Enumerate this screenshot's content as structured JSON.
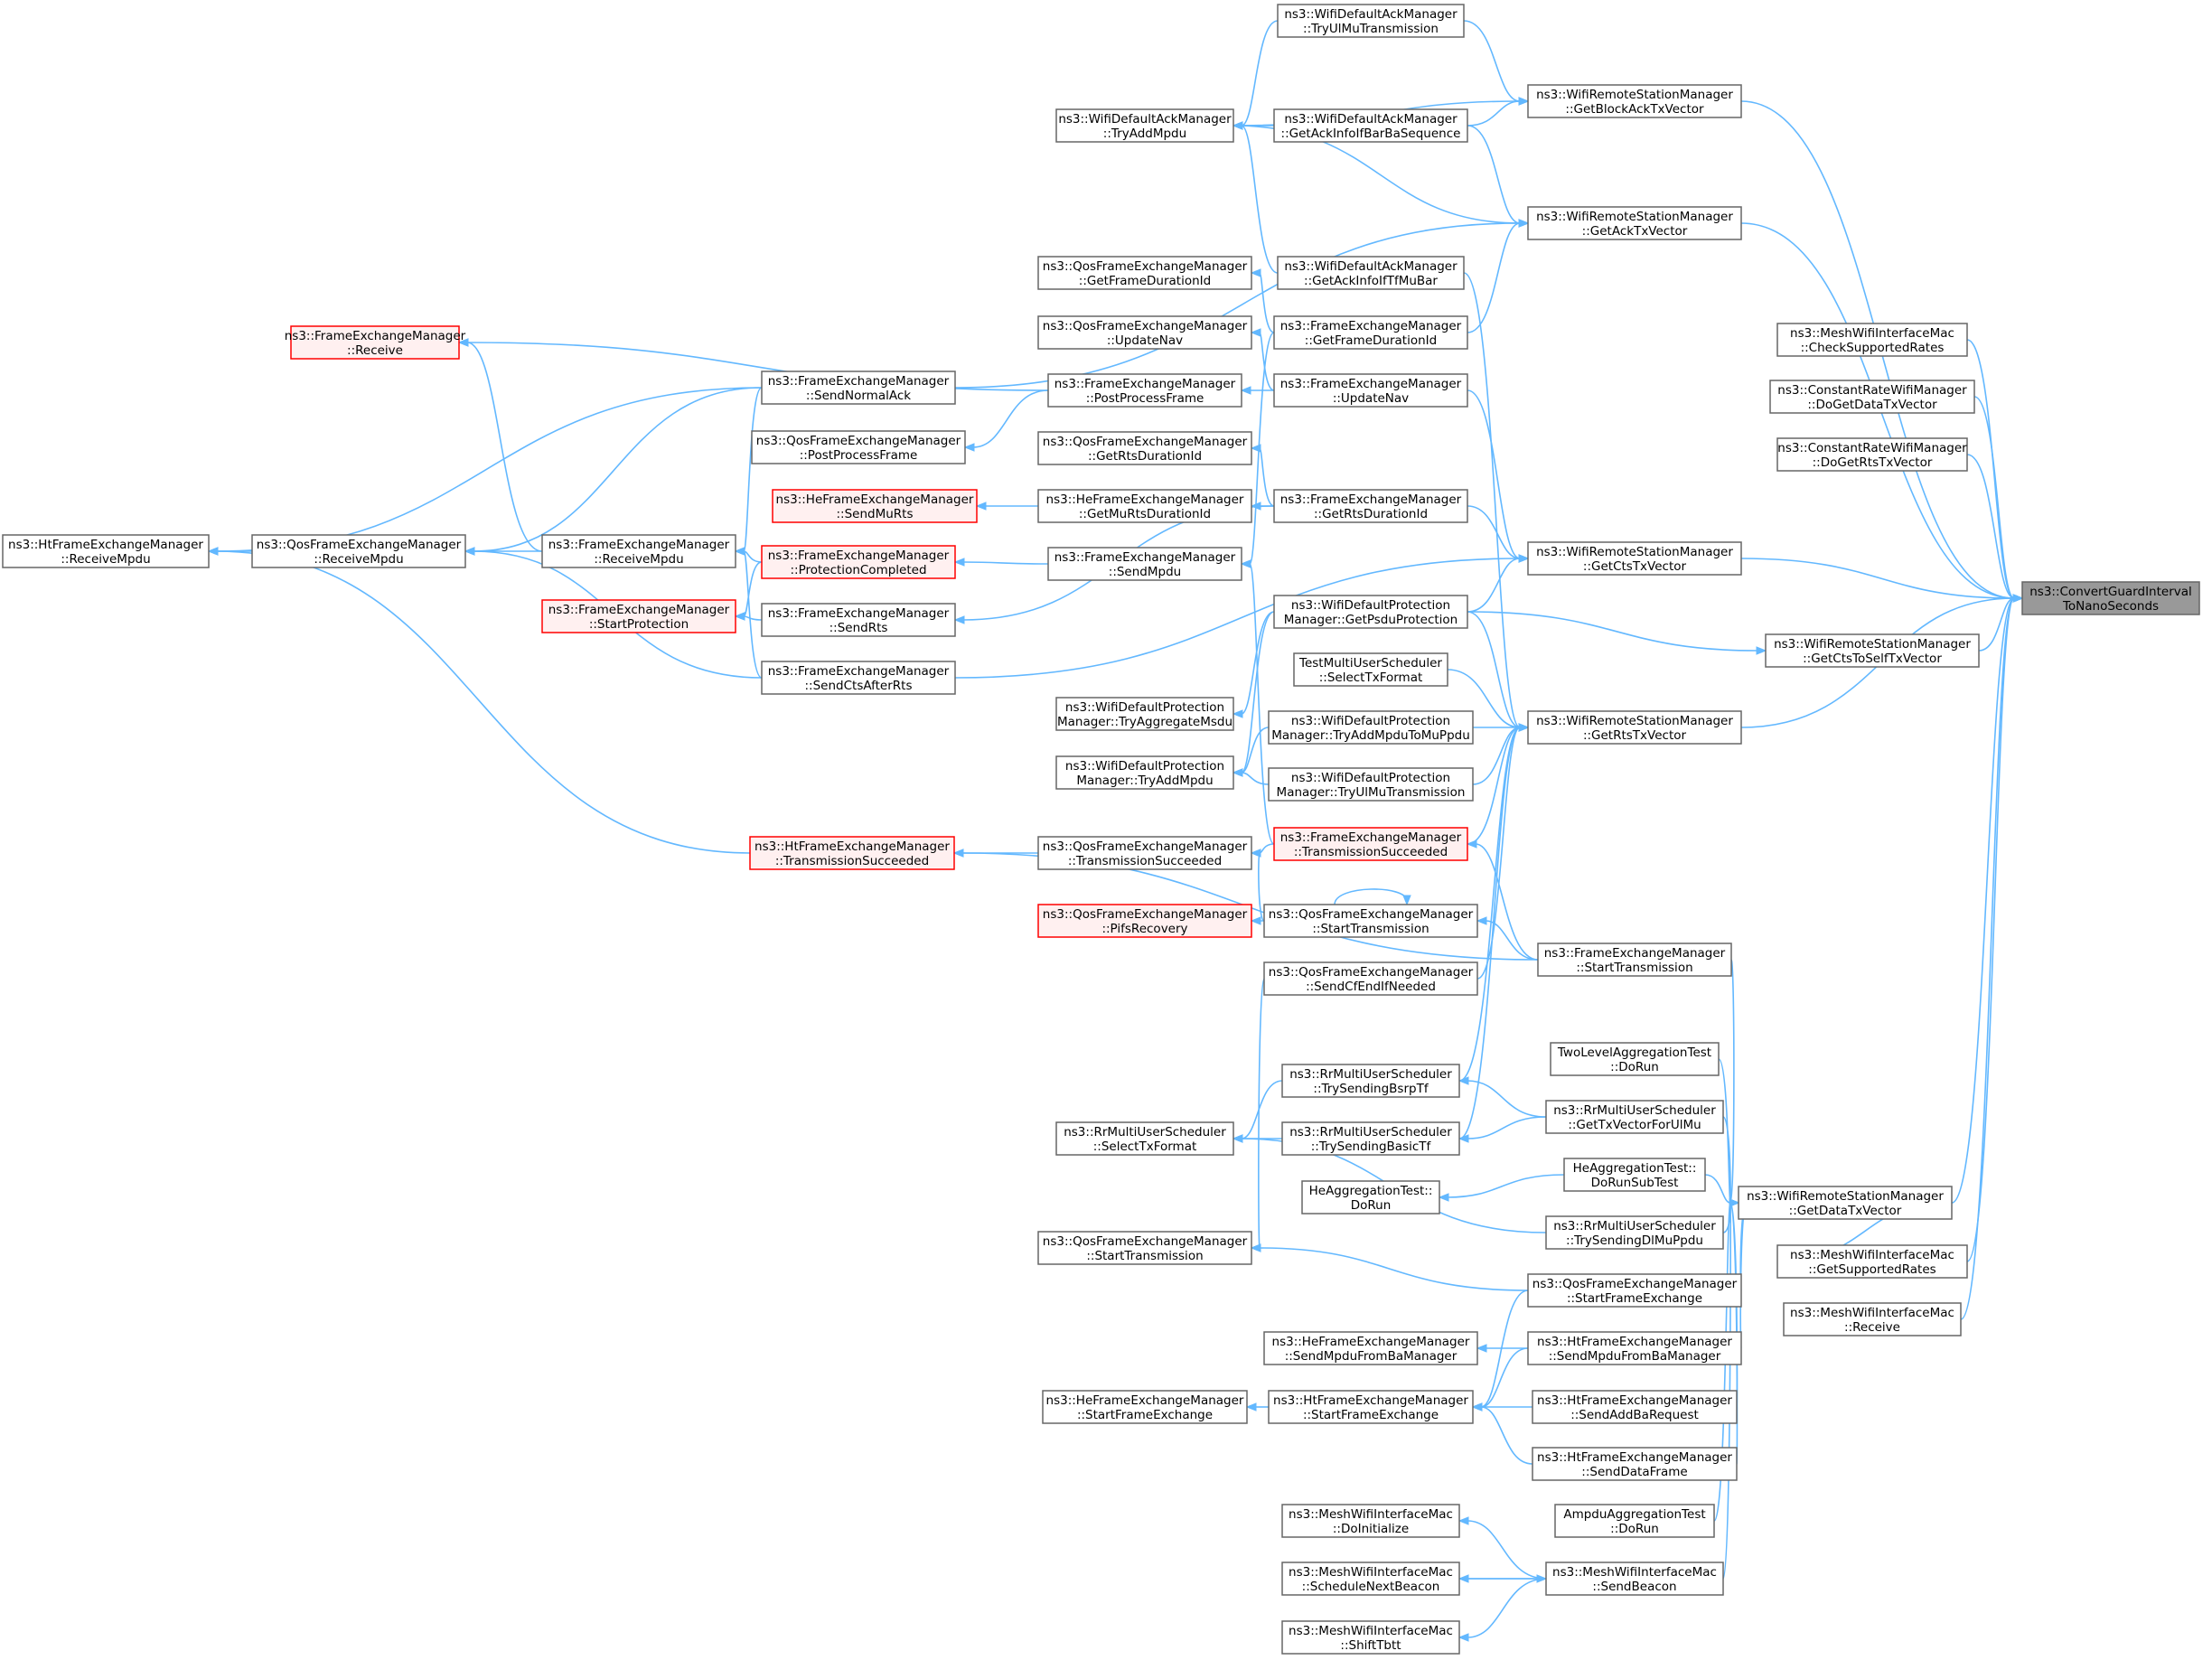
{
  "root": "n_root",
  "nodes": [
    {
      "id": "n_root",
      "lines": [
        "ns3::ConvertGuardInterval",
        "ToNanoSeconds"
      ],
      "style": "root"
    },
    {
      "id": "n_mcsr",
      "lines": [
        "ns3::MeshWifiInterfaceMac",
        "::CheckSupportedRates"
      ],
      "style": "normal"
    },
    {
      "id": "n_crdd",
      "lines": [
        "ns3::ConstantRateWifiManager",
        "::DoGetDataTxVector"
      ],
      "style": "normal"
    },
    {
      "id": "n_crdr",
      "lines": [
        "ns3::ConstantRateWifiManager",
        "::DoGetRtsTxVector"
      ],
      "style": "normal"
    },
    {
      "id": "n_wctsself",
      "lines": [
        "ns3::WifiRemoteStationManager",
        "::GetCtsToSelfTxVector"
      ],
      "style": "normal"
    },
    {
      "id": "n_mgsr",
      "lines": [
        "ns3::MeshWifiInterfaceMac",
        "::GetSupportedRates"
      ],
      "style": "normal"
    },
    {
      "id": "n_mrecv",
      "lines": [
        "ns3::MeshWifiInterfaceMac",
        "::Receive"
      ],
      "style": "normal"
    },
    {
      "id": "n_wback",
      "lines": [
        "ns3::WifiRemoteStationManager",
        "::GetBlockAckTxVector"
      ],
      "style": "normal"
    },
    {
      "id": "n_wack",
      "lines": [
        "ns3::WifiRemoteStationManager",
        "::GetAckTxVector"
      ],
      "style": "normal"
    },
    {
      "id": "n_wcts",
      "lines": [
        "ns3::WifiRemoteStationManager",
        "::GetCtsTxVector"
      ],
      "style": "normal"
    },
    {
      "id": "n_wrts",
      "lines": [
        "ns3::WifiRemoteStationManager",
        "::GetRtsTxVector"
      ],
      "style": "normal"
    },
    {
      "id": "n_wdata",
      "lines": [
        "ns3::WifiRemoteStationManager",
        "::GetDataTxVector"
      ],
      "style": "normal"
    },
    {
      "id": "n_dtryul",
      "lines": [
        "ns3::WifiDefaultAckManager",
        "::TryUlMuTransmission"
      ],
      "style": "normal"
    },
    {
      "id": "n_dgetack",
      "lines": [
        "ns3::WifiDefaultAckManager",
        "::GetAckInfoIfBarBaSequence"
      ],
      "style": "normal"
    },
    {
      "id": "n_dgettf",
      "lines": [
        "ns3::WifiDefaultAckManager",
        "::GetAckInfoIfTfMuBar"
      ],
      "style": "normal"
    },
    {
      "id": "n_dtryadd",
      "lines": [
        "ns3::WifiDefaultAckManager",
        "::TryAddMpdu"
      ],
      "style": "normal"
    },
    {
      "id": "n_qgetfd",
      "lines": [
        "ns3::QosFrameExchangeManager",
        "::GetFrameDurationId"
      ],
      "style": "normal"
    },
    {
      "id": "n_fgetfd",
      "lines": [
        "ns3::FrameExchangeManager",
        "::GetFrameDurationId"
      ],
      "style": "normal"
    },
    {
      "id": "n_qupdnav",
      "lines": [
        "ns3::QosFrameExchangeManager",
        "::UpdateNav"
      ],
      "style": "normal"
    },
    {
      "id": "n_fupdnav",
      "lines": [
        "ns3::FrameExchangeManager",
        "::UpdateNav"
      ],
      "style": "normal"
    },
    {
      "id": "n_fpost",
      "lines": [
        "ns3::FrameExchangeManager",
        "::PostProcessFrame"
      ],
      "style": "normal"
    },
    {
      "id": "n_qgetrts",
      "lines": [
        "ns3::QosFrameExchangeManager",
        "::GetRtsDurationId"
      ],
      "style": "normal"
    },
    {
      "id": "n_fgetrts",
      "lines": [
        "ns3::FrameExchangeManager",
        "::GetRtsDurationId"
      ],
      "style": "normal"
    },
    {
      "id": "n_hgetmu",
      "lines": [
        "ns3::HeFrameExchangeManager",
        "::GetMuRtsDurationId"
      ],
      "style": "normal"
    },
    {
      "id": "n_hsendmu",
      "lines": [
        "ns3::HeFrameExchangeManager",
        "::SendMuRts"
      ],
      "style": "red"
    },
    {
      "id": "n_fsendmpdu",
      "lines": [
        "ns3::FrameExchangeManager",
        "::SendMpdu"
      ],
      "style": "normal"
    },
    {
      "id": "n_fsnack",
      "lines": [
        "ns3::FrameExchangeManager",
        "::SendNormalAck"
      ],
      "style": "normal"
    },
    {
      "id": "n_qpost",
      "lines": [
        "ns3::QosFrameExchangeManager",
        "::PostProcessFrame"
      ],
      "style": "normal"
    },
    {
      "id": "n_frecv",
      "lines": [
        "ns3::FrameExchangeManager",
        "::Receive"
      ],
      "style": "red"
    },
    {
      "id": "n_fprot",
      "lines": [
        "ns3::FrameExchangeManager",
        "::ProtectionCompleted"
      ],
      "style": "red"
    },
    {
      "id": "n_fstartprot",
      "lines": [
        "ns3::FrameExchangeManager",
        "::StartProtection"
      ],
      "style": "red"
    },
    {
      "id": "n_fsendrts",
      "lines": [
        "ns3::FrameExchangeManager",
        "::SendRts"
      ],
      "style": "normal"
    },
    {
      "id": "n_fsendcts",
      "lines": [
        "ns3::FrameExchangeManager",
        "::SendCtsAfterRts"
      ],
      "style": "normal"
    },
    {
      "id": "n_frecvmpdu",
      "lines": [
        "ns3::FrameExchangeManager",
        "::ReceiveMpdu"
      ],
      "style": "normal"
    },
    {
      "id": "n_qrecvmpdu",
      "lines": [
        "ns3::QosFrameExchangeManager",
        "::ReceiveMpdu"
      ],
      "style": "normal"
    },
    {
      "id": "n_htrecvmpdu",
      "lines": [
        "ns3::HtFrameExchangeManager",
        "::ReceiveMpdu"
      ],
      "style": "normal"
    },
    {
      "id": "n_pgetpsdu",
      "lines": [
        "ns3::WifiDefaultProtection",
        "Manager::GetPsduProtection"
      ],
      "style": "normal"
    },
    {
      "id": "n_tselect",
      "lines": [
        "TestMultiUserScheduler",
        "::SelectTxFormat"
      ],
      "style": "normal"
    },
    {
      "id": "n_ptryaddmu",
      "lines": [
        "ns3::WifiDefaultProtection",
        "Manager::TryAddMpduToMuPpdu"
      ],
      "style": "normal"
    },
    {
      "id": "n_ptryul",
      "lines": [
        "ns3::WifiDefaultProtection",
        "Manager::TryUlMuTransmission"
      ],
      "style": "normal"
    },
    {
      "id": "n_ptryagg",
      "lines": [
        "ns3::WifiDefaultProtection",
        "Manager::TryAggregateMsdu"
      ],
      "style": "normal"
    },
    {
      "id": "n_ptryadd",
      "lines": [
        "ns3::WifiDefaultProtection",
        "Manager::TryAddMpdu"
      ],
      "style": "normal"
    },
    {
      "id": "n_ftxs",
      "lines": [
        "ns3::FrameExchangeManager",
        "::TransmissionSucceeded"
      ],
      "style": "red"
    },
    {
      "id": "n_qtxs",
      "lines": [
        "ns3::QosFrameExchangeManager",
        "::TransmissionSucceeded"
      ],
      "style": "normal"
    },
    {
      "id": "n_httxs",
      "lines": [
        "ns3::HtFrameExchangeManager",
        "::TransmissionSucceeded"
      ],
      "style": "red"
    },
    {
      "id": "n_qstarttx",
      "lines": [
        "ns3::QosFrameExchangeManager",
        "::StartTransmission"
      ],
      "style": "normal"
    },
    {
      "id": "n_qpifs",
      "lines": [
        "ns3::QosFrameExchangeManager",
        "::PifsRecovery"
      ],
      "style": "red"
    },
    {
      "id": "n_fstarttx",
      "lines": [
        "ns3::FrameExchangeManager",
        "::StartTransmission"
      ],
      "style": "normal"
    },
    {
      "id": "n_qsendcf",
      "lines": [
        "ns3::QosFrameExchangeManager",
        "::SendCfEndIfNeeded"
      ],
      "style": "normal"
    },
    {
      "id": "n_twolevel",
      "lines": [
        "TwoLevelAggregationTest",
        "::DoRun"
      ],
      "style": "normal"
    },
    {
      "id": "n_rrbsrp",
      "lines": [
        "ns3::RrMultiUserScheduler",
        "::TrySendingBsrpTf"
      ],
      "style": "normal"
    },
    {
      "id": "n_rrgettx",
      "lines": [
        "ns3::RrMultiUserScheduler",
        "::GetTxVectorForUlMu"
      ],
      "style": "normal"
    },
    {
      "id": "n_rrbasic",
      "lines": [
        "ns3::RrMultiUserScheduler",
        "::TrySendingBasicTf"
      ],
      "style": "normal"
    },
    {
      "id": "n_rrselect",
      "lines": [
        "ns3::RrMultiUserScheduler",
        "::SelectTxFormat"
      ],
      "style": "normal"
    },
    {
      "id": "n_hesub",
      "lines": [
        "HeAggregationTest::",
        "DoRunSubTest"
      ],
      "style": "normal"
    },
    {
      "id": "n_herun",
      "lines": [
        "HeAggregationTest::",
        "DoRun"
      ],
      "style": "normal"
    },
    {
      "id": "n_rrdl",
      "lines": [
        "ns3::RrMultiUserScheduler",
        "::TrySendingDlMuPpdu"
      ],
      "style": "normal"
    },
    {
      "id": "n_qstarttx2",
      "lines": [
        "ns3::QosFrameExchangeManager",
        "::StartTransmission"
      ],
      "style": "normal"
    },
    {
      "id": "n_qstartfe",
      "lines": [
        "ns3::QosFrameExchangeManager",
        "::StartFrameExchange"
      ],
      "style": "normal"
    },
    {
      "id": "n_hesendba",
      "lines": [
        "ns3::HeFrameExchangeManager",
        "::SendMpduFromBaManager"
      ],
      "style": "normal"
    },
    {
      "id": "n_htsendba",
      "lines": [
        "ns3::HtFrameExchangeManager",
        "::SendMpduFromBaManager"
      ],
      "style": "normal"
    },
    {
      "id": "n_hestartfe",
      "lines": [
        "ns3::HeFrameExchangeManager",
        "::StartFrameExchange"
      ],
      "style": "normal"
    },
    {
      "id": "n_htstartfe",
      "lines": [
        "ns3::HtFrameExchangeManager",
        "::StartFrameExchange"
      ],
      "style": "normal"
    },
    {
      "id": "n_htaddba",
      "lines": [
        "ns3::HtFrameExchangeManager",
        "::SendAddBaRequest"
      ],
      "style": "normal"
    },
    {
      "id": "n_htdata",
      "lines": [
        "ns3::HtFrameExchangeManager",
        "::SendDataFrame"
      ],
      "style": "normal"
    },
    {
      "id": "n_ampdu",
      "lines": [
        "AmpduAggregationTest",
        "::DoRun"
      ],
      "style": "normal"
    },
    {
      "id": "n_mdoinit",
      "lines": [
        "ns3::MeshWifiInterfaceMac",
        "::DoInitialize"
      ],
      "style": "normal"
    },
    {
      "id": "n_msched",
      "lines": [
        "ns3::MeshWifiInterfaceMac",
        "::ScheduleNextBeacon"
      ],
      "style": "normal"
    },
    {
      "id": "n_msendbeacon",
      "lines": [
        "ns3::MeshWifiInterfaceMac",
        "::SendBeacon"
      ],
      "style": "normal"
    },
    {
      "id": "n_mshift",
      "lines": [
        "ns3::MeshWifiInterfaceMac",
        "::ShiftTbtt"
      ],
      "style": "normal"
    }
  ],
  "edges": [
    [
      "n_mcsr",
      "n_root"
    ],
    [
      "n_crdd",
      "n_root"
    ],
    [
      "n_crdr",
      "n_root"
    ],
    [
      "n_wctsself",
      "n_root"
    ],
    [
      "n_mgsr",
      "n_root"
    ],
    [
      "n_mrecv",
      "n_root"
    ],
    [
      "n_wback",
      "n_root"
    ],
    [
      "n_wack",
      "n_root"
    ],
    [
      "n_wcts",
      "n_root"
    ],
    [
      "n_wrts",
      "n_root"
    ],
    [
      "n_wdata",
      "n_root"
    ],
    [
      "n_dtryul",
      "n_wback"
    ],
    [
      "n_dgetack",
      "n_wback"
    ],
    [
      "n_dtryadd",
      "n_wback"
    ],
    [
      "n_dtryul",
      "n_dtryadd"
    ],
    [
      "n_dgetack",
      "n_dtryadd"
    ],
    [
      "n_dgettf",
      "n_dtryadd"
    ],
    [
      "n_dtryadd",
      "n_wack"
    ],
    [
      "n_dgetack",
      "n_wack"
    ],
    [
      "n_fsnack",
      "n_wack"
    ],
    [
      "n_fgetfd",
      "n_wack"
    ],
    [
      "n_dgettf",
      "n_wrts"
    ],
    [
      "n_fgetfd",
      "n_qgetfd"
    ],
    [
      "n_fgetfd",
      "n_fsendmpdu"
    ],
    [
      "n_fupdnav",
      "n_qupdnav"
    ],
    [
      "n_fupdnav",
      "n_fpost"
    ],
    [
      "n_fupdnav",
      "n_wcts"
    ],
    [
      "n_fpost",
      "n_frecv"
    ],
    [
      "n_fpost",
      "n_qpost"
    ],
    [
      "n_fgetrts",
      "n_qgetrts"
    ],
    [
      "n_fgetrts",
      "n_hgetmu"
    ],
    [
      "n_fgetrts",
      "n_fsendrts"
    ],
    [
      "n_fgetrts",
      "n_wcts"
    ],
    [
      "n_hgetmu",
      "n_hsendmu"
    ],
    [
      "n_pgetpsdu",
      "n_wcts"
    ],
    [
      "n_pgetpsdu",
      "n_wctsself"
    ],
    [
      "n_pgetpsdu",
      "n_wrts"
    ],
    [
      "n_pgetpsdu",
      "n_ptryagg"
    ],
    [
      "n_pgetpsdu",
      "n_ptryadd"
    ],
    [
      "n_fsendcts",
      "n_wcts"
    ],
    [
      "n_tselect",
      "n_wrts"
    ],
    [
      "n_ptryaddmu",
      "n_wrts"
    ],
    [
      "n_ptryul",
      "n_wrts"
    ],
    [
      "n_ptryaddmu",
      "n_ptryadd"
    ],
    [
      "n_ptryul",
      "n_ptryadd"
    ],
    [
      "n_fsnack",
      "n_frecvmpdu"
    ],
    [
      "n_fsnack",
      "n_qrecvmpdu"
    ],
    [
      "n_fsnack",
      "n_htrecvmpdu"
    ],
    [
      "n_frecvmpdu",
      "n_frecv"
    ],
    [
      "n_frecvmpdu",
      "n_qrecvmpdu"
    ],
    [
      "n_qrecvmpdu",
      "n_htrecvmpdu"
    ],
    [
      "n_fsendcts",
      "n_frecvmpdu"
    ],
    [
      "n_fsendcts",
      "n_qrecvmpdu"
    ],
    [
      "n_fprot",
      "n_frecvmpdu"
    ],
    [
      "n_fprot",
      "n_fstartprot"
    ],
    [
      "n_fsendmpdu",
      "n_fprot"
    ],
    [
      "n_fsendrts",
      "n_fstartprot"
    ],
    [
      "n_ftxs",
      "n_qtxs"
    ],
    [
      "n_ftxs",
      "n_fsendmpdu"
    ],
    [
      "n_ftxs",
      "n_wrts"
    ],
    [
      "n_qtxs",
      "n_httxs"
    ],
    [
      "n_httxs",
      "n_htrecvmpdu"
    ],
    [
      "n_fstarttx",
      "n_ftxs"
    ],
    [
      "n_fstarttx",
      "n_qstarttx"
    ],
    [
      "n_fstarttx",
      "n_httxs"
    ],
    [
      "n_qstarttx",
      "n_qtxs"
    ],
    [
      "n_qstarttx",
      "n_qpifs"
    ],
    [
      "n_qstarttx",
      "n_qstarttx"
    ],
    [
      "n_qsendcf",
      "n_wrts"
    ],
    [
      "n_qsendcf",
      "n_qstarttx2"
    ],
    [
      "n_rrbsrp",
      "n_wrts"
    ],
    [
      "n_rrbsrp",
      "n_rrselect"
    ],
    [
      "n_rrbasic",
      "n_rrselect"
    ],
    [
      "n_rrgettx",
      "n_rrbsrp"
    ],
    [
      "n_rrgettx",
      "n_rrbasic"
    ],
    [
      "n_rrbasic",
      "n_wrts"
    ],
    [
      "n_rrdl",
      "n_rrselect"
    ],
    [
      "n_hesub",
      "n_herun"
    ],
    [
      "n_fstarttx",
      "n_wdata"
    ],
    [
      "n_twolevel",
      "n_wdata"
    ],
    [
      "n_rrgettx",
      "n_wdata"
    ],
    [
      "n_hesub",
      "n_wdata"
    ],
    [
      "n_rrdl",
      "n_wdata"
    ],
    [
      "n_qstartfe",
      "n_wdata"
    ],
    [
      "n_htsendba",
      "n_wdata"
    ],
    [
      "n_htaddba",
      "n_wdata"
    ],
    [
      "n_htdata",
      "n_wdata"
    ],
    [
      "n_ampdu",
      "n_wdata"
    ],
    [
      "n_msendbeacon",
      "n_wdata"
    ],
    [
      "n_qstartfe",
      "n_qstarttx2"
    ],
    [
      "n_qstartfe",
      "n_htstartfe"
    ],
    [
      "n_htsendba",
      "n_hesendba"
    ],
    [
      "n_htsendba",
      "n_htstartfe"
    ],
    [
      "n_htstartfe",
      "n_hestartfe"
    ],
    [
      "n_htaddba",
      "n_htstartfe"
    ],
    [
      "n_htdata",
      "n_htstartfe"
    ],
    [
      "n_msendbeacon",
      "n_mdoinit"
    ],
    [
      "n_msendbeacon",
      "n_msched"
    ],
    [
      "n_msched",
      "n_msendbeacon"
    ],
    [
      "n_msendbeacon",
      "n_mshift"
    ],
    [
      "n_mgsr",
      "n_wdata"
    ]
  ]
}
